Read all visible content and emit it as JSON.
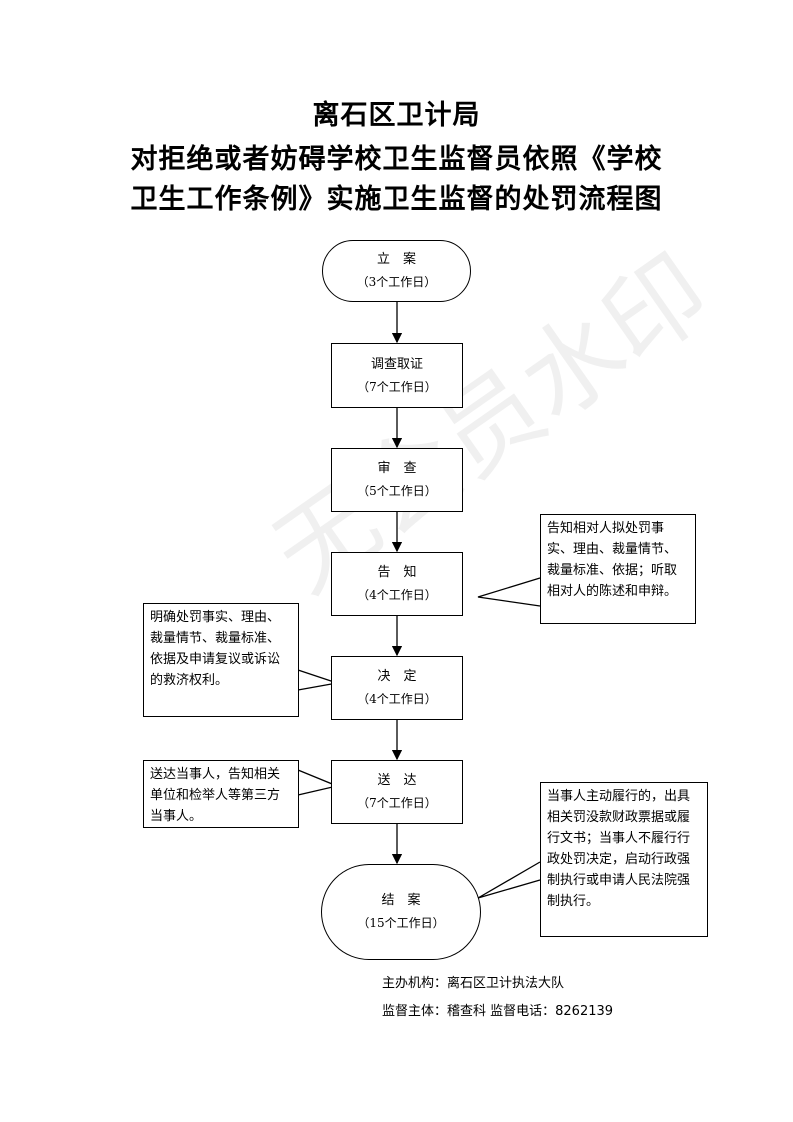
{
  "title": {
    "line1": "离石区卫计局",
    "line2": "对拒绝或者妨碍学校卫生监督员依照《学校",
    "line3": "卫生工作条例》实施卫生监督的处罚流程图"
  },
  "steps": [
    {
      "label": "立　案",
      "days": "（3个工作日）"
    },
    {
      "label": "调查取证",
      "days": "（7个工作日）"
    },
    {
      "label": "审　查",
      "days": "（5个工作日）"
    },
    {
      "label": "告　知",
      "days": "（4个工作日）"
    },
    {
      "label": "决　定",
      "days": "（4个工作日）"
    },
    {
      "label": "送　达",
      "days": "（7个工作日）"
    },
    {
      "label": "结　案",
      "days": "（15个工作日）"
    }
  ],
  "notes": {
    "notify": "告知相对人拟处罚事实、理由、裁量情节、裁量标准、依据；听取相对人的陈述和申辩。",
    "decision": "明确处罚事实、理由、裁量情节、裁量标准、依据及申请复议或诉讼的救济权利。",
    "delivery": "送达当事人，告知相关单位和检举人等第三方当事人。",
    "close": "当事人主动履行的，出具相关罚没款财政票据或履行文书；当事人不履行行政处罚决定，启动行政强制执行或申请人民法院强制执行。"
  },
  "footer": {
    "organizer": "主办机构：离石区卫计执法大队",
    "supervisor": "监督主体：稽查科  监督电话：8262139"
  }
}
